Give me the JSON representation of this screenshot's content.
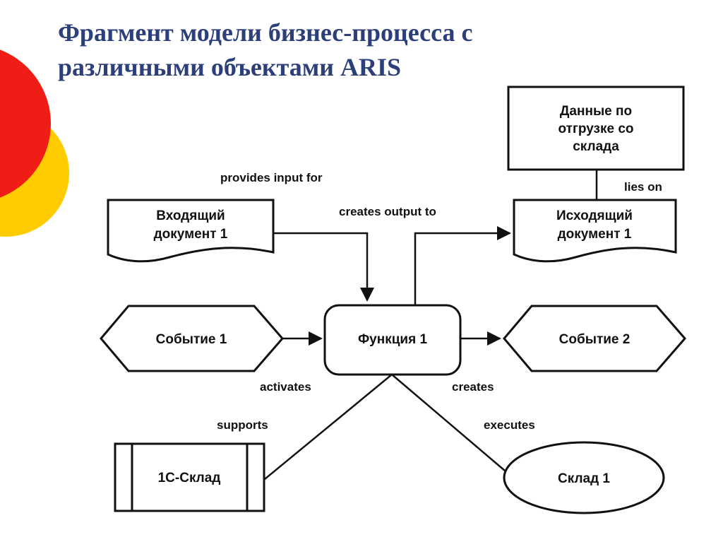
{
  "slide": {
    "title_line1": "Фрагмент модели бизнес-процесса с",
    "title_line2": "различными объектами ARIS"
  },
  "colors": {
    "deco_red": "#f01d16",
    "deco_yellow": "#ffcc00",
    "title": "#2c3f7a",
    "line": "#111111"
  },
  "nodes": {
    "data_doc": [
      "Данные по",
      "отгрузке со",
      "склада"
    ],
    "input_doc": [
      "Входящий",
      "документ 1"
    ],
    "output_doc": [
      "Исходящий",
      "документ 1"
    ],
    "event1": "Событие 1",
    "function1": "Функция 1",
    "event2": "Событие 2",
    "system": "1С-Склад",
    "org_unit": "Склад 1"
  },
  "edges": {
    "provides_input": "provides input for",
    "creates_output": "creates output to",
    "lies_on": "lies on",
    "activates": "activates",
    "creates": "creates",
    "supports": "supports",
    "executes": "executes"
  }
}
